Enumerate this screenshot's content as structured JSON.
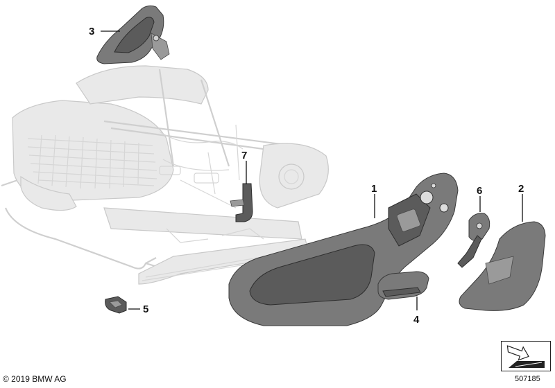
{
  "callouts": [
    {
      "id": "1",
      "label": "1"
    },
    {
      "id": "2",
      "label": "2"
    },
    {
      "id": "3",
      "label": "3"
    },
    {
      "id": "4",
      "label": "4"
    },
    {
      "id": "5",
      "label": "5"
    },
    {
      "id": "6",
      "label": "6"
    },
    {
      "id": "7",
      "label": "7"
    }
  ],
  "footer": {
    "copyright": "© 2019 BMW AG",
    "reference_number": "507185"
  },
  "icons": {
    "reference": "orientation-arrow-icon"
  }
}
